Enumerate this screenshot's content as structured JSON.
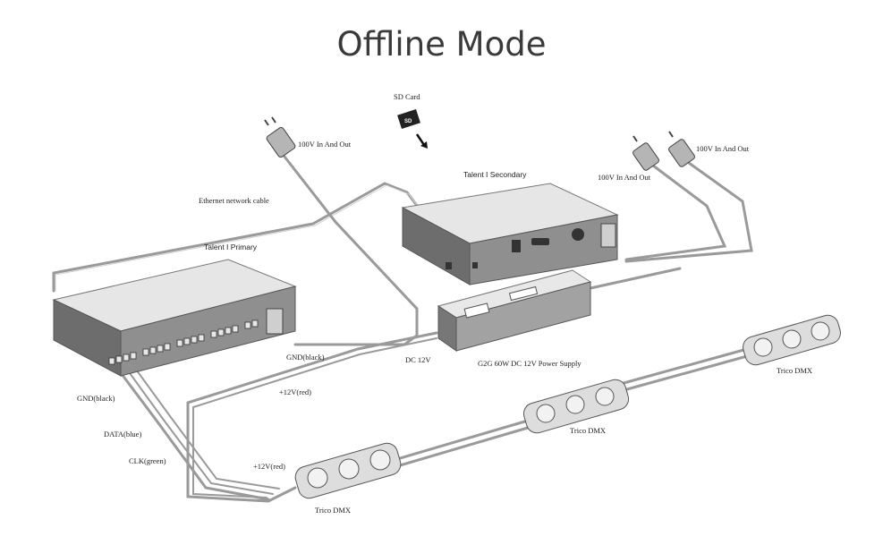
{
  "title": "Offline Mode",
  "labels": {
    "sd_card": "SD Card",
    "ac_left": "100V In And Out",
    "ac_right_a": "100V In And Out",
    "ac_right_b": "100V In And Out",
    "ethernet": "Ethernet network cable",
    "secondary": "Talent I Secondary",
    "primary": "Talent I Primary",
    "gnd_mid": "GND(black)",
    "dc12v": "DC 12V",
    "power_supply": "G2G 60W DC 12V Power Supply",
    "plus12_mid": "+12V(red)",
    "gnd_left": "GND(black)",
    "data_blue": "DATA(blue)",
    "clk_green": "CLK(green)",
    "plus12_low": "+12V(red)",
    "trico_right": "Trico DMX",
    "trico_mid": "Trico DMX",
    "trico_left": "Trico DMX"
  },
  "colors": {
    "device_top": "#e6e6e6",
    "device_front": "#8f8f8f",
    "device_side": "#6d6d6d",
    "cable": "#9a9a9a",
    "text": "#222222"
  }
}
